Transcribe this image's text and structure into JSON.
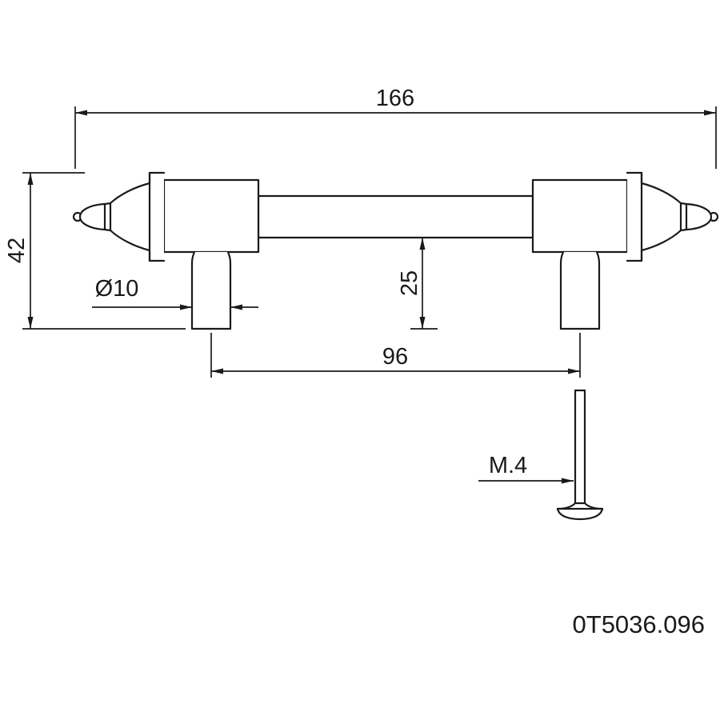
{
  "drawing": {
    "part_number": "0T5036.096",
    "dimensions": {
      "overall_length": "166",
      "total_height": "42",
      "post_diameter": "Ø10",
      "post_length": "25",
      "hole_spacing": "96",
      "screw_thread": "M.4"
    }
  },
  "colors": {
    "line": "#1a1a1a",
    "background": "#ffffff"
  }
}
